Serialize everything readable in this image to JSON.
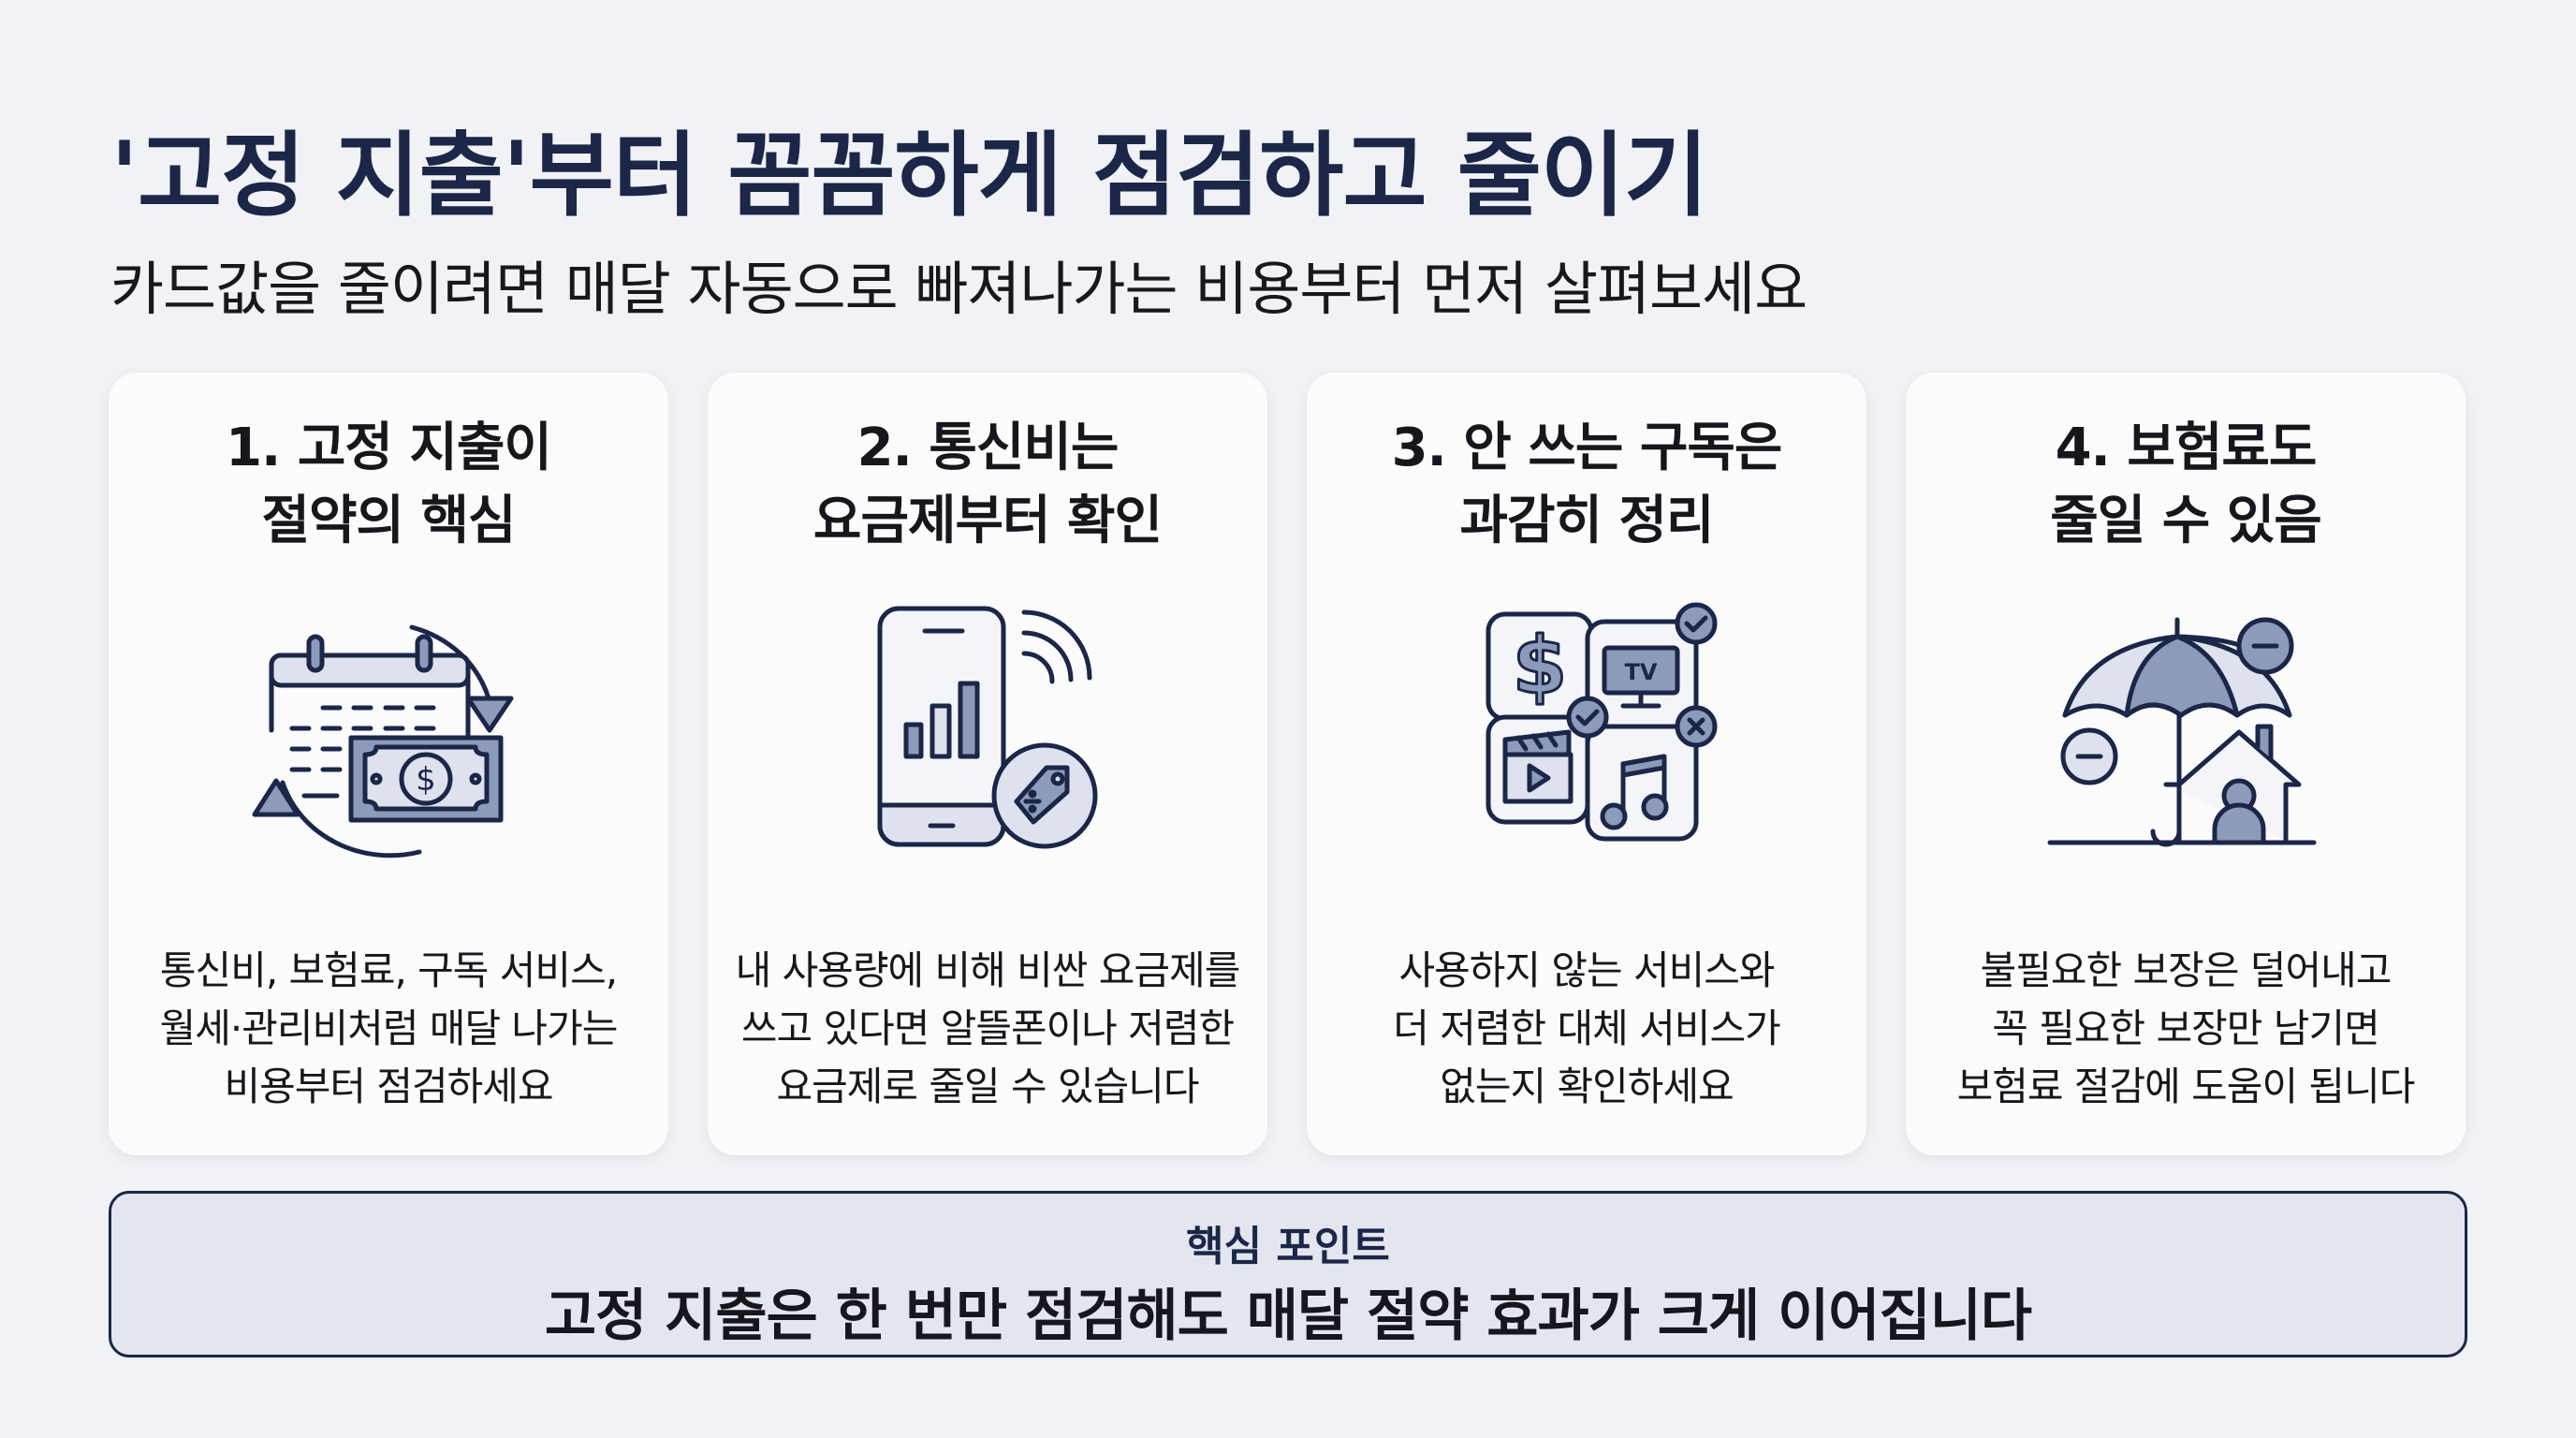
{
  "header": {
    "title": "'고정 지출'부터 꼼꼼하게 점검하고 줄이기",
    "subtitle": "카드값을 줄이려면 매달 자동으로 빠져나가는 비용부터 먼저 살펴보세요"
  },
  "cards": [
    {
      "title": "1. 고정 지출이\n절약의 핵심",
      "icon": "calendar-money-cycle-icon",
      "description": "통신비, 보험료, 구독 서비스,\n월세·관리비처럼 매달 나가는\n비용부터 점검하세요"
    },
    {
      "title": "2. 통신비는\n요금제부터 확인",
      "icon": "smartphone-price-tag-icon",
      "description": "내 사용량에 비해 비싼 요금제를\n쓰고 있다면 알뜰폰이나 저렴한\n요금제로 줄일 수 있습니다"
    },
    {
      "title": "3. 안 쓰는 구독은\n과감히 정리",
      "icon": "subscription-grid-icon",
      "icon_labels": {
        "tv": "TV"
      },
      "description": "사용하지 않는 서비스와\n더 저렴한 대체 서비스가\n없는지 확인하세요"
    },
    {
      "title": "4. 보험료도\n줄일 수 있음",
      "icon": "umbrella-house-icon",
      "description": "불필요한 보장은 덜어내고\n꼭 필요한 보장만 남기면\n보험료 절감에 도움이 됩니다"
    }
  ],
  "key_point": {
    "label": "핵심 포인트",
    "text": "고정 지출은 한 번만 점검해도 매달 절약 효과가 크게 이어집니다"
  },
  "colors": {
    "background": "#f1f2f6",
    "navy": "#1b2648",
    "icon_fill": "#8d9bbb",
    "icon_light": "#dde2ee",
    "key_box_bg": "#e3e6ee"
  }
}
